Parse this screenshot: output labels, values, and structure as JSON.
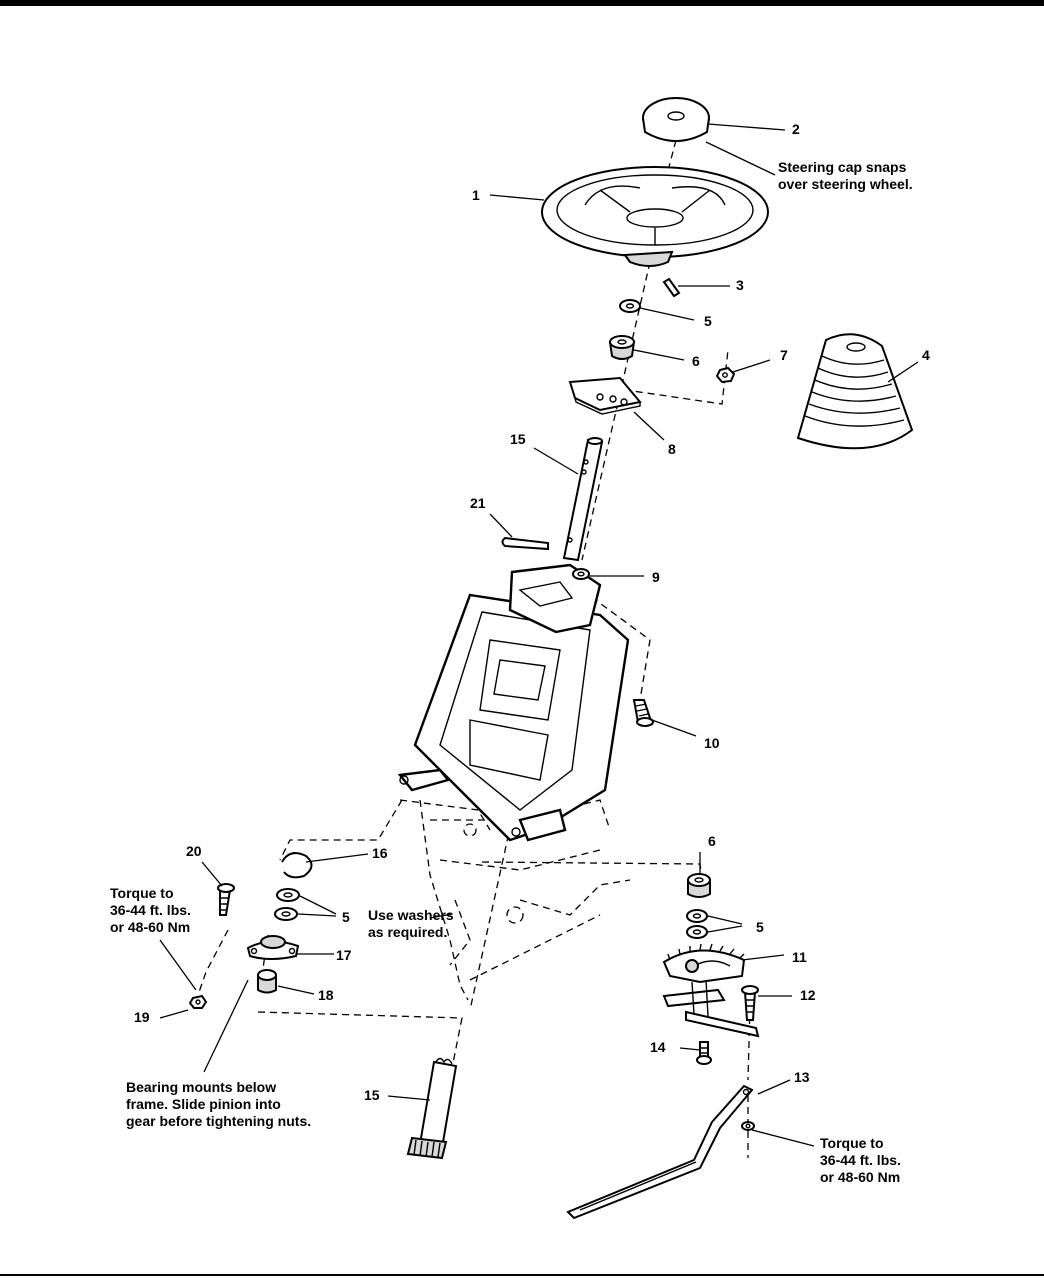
{
  "callouts": {
    "c1": "1",
    "c2": "2",
    "c3": "3",
    "c4": "4",
    "c5a": "5",
    "c5b": "5",
    "c5c": "5",
    "c6a": "6",
    "c6b": "6",
    "c7": "7",
    "c8": "8",
    "c9": "9",
    "c10": "10",
    "c11": "11",
    "c12": "12",
    "c13": "13",
    "c14": "14",
    "c15a": "15",
    "c15b": "15",
    "c16": "16",
    "c17": "17",
    "c18": "18",
    "c19": "19",
    "c20": "20",
    "c21": "21"
  },
  "notes": {
    "cap": [
      "Steering cap snaps",
      "over steering wheel."
    ],
    "torque_left": [
      "Torque to",
      "36-44 ft. lbs.",
      "or 48-60 Nm"
    ],
    "washers": [
      "Use washers",
      "as required."
    ],
    "bearing": [
      "Bearing mounts below",
      "frame.  Slide pinion into",
      "gear before tightening nuts."
    ],
    "torque_right": [
      "Torque to",
      "36-44 ft. lbs.",
      "or 48-60 Nm"
    ]
  }
}
